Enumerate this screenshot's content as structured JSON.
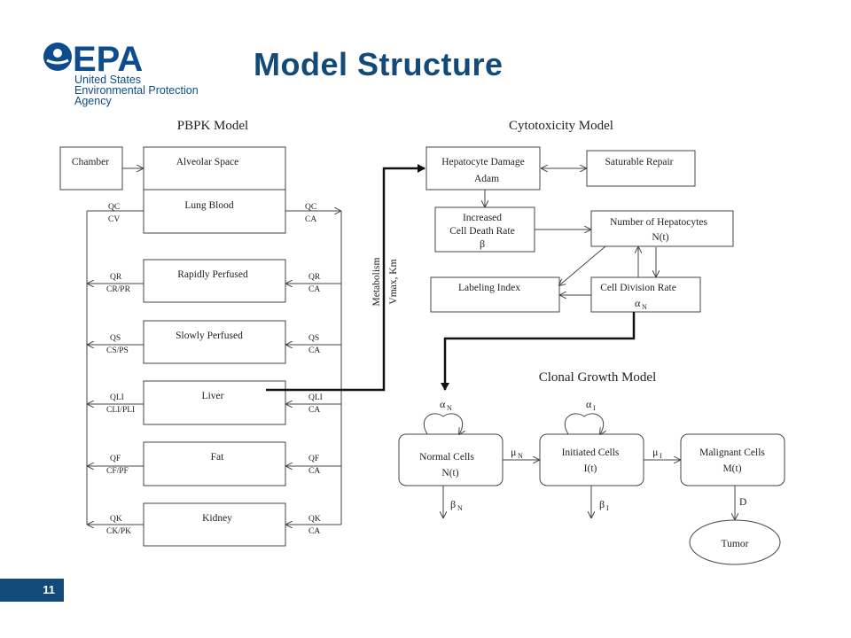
{
  "logo": {
    "wordmark": "EPA",
    "line1": "United States",
    "line2": "Environmental Protection",
    "line3": "Agency"
  },
  "title": "Model Structure",
  "page_number": "11",
  "pbpk": {
    "title": "PBPK Model",
    "chamber": "Chamber",
    "alveolar": "Alveolar Space",
    "compartments": [
      {
        "name": "Lung Blood",
        "left_top": "QC",
        "left_bottom": "CV",
        "right_top": "QC",
        "right_bottom": "CA"
      },
      {
        "name": "Rapidly Perfused",
        "left_top": "QR",
        "left_bottom": "CR/PR",
        "right_top": "QR",
        "right_bottom": "CA"
      },
      {
        "name": "Slowly Perfused",
        "left_top": "QS",
        "left_bottom": "CS/PS",
        "right_top": "QS",
        "right_bottom": "CA"
      },
      {
        "name": "Liver",
        "left_top": "QLI",
        "left_bottom": "CLI/PLI",
        "right_top": "QLI",
        "right_bottom": "CA"
      },
      {
        "name": "Fat",
        "left_top": "QF",
        "left_bottom": "CF/PF",
        "right_top": "QF",
        "right_bottom": "CA"
      },
      {
        "name": "Kidney",
        "left_top": "QK",
        "left_bottom": "CK/PK",
        "right_top": "QK",
        "right_bottom": "CA"
      }
    ],
    "metabolism_line1": "Metabolism",
    "metabolism_line2": "Vmax, Km"
  },
  "cytotoxicity": {
    "title": "Cytotoxicity Model",
    "damage_line1": "Hepatocyte Damage",
    "damage_line2": "Adam",
    "repair": "Saturable Repair",
    "death_line1": "Increased",
    "death_line2": "Cell Death Rate",
    "death_line3": "β",
    "hepatocytes_line1": "Number of Hepatocytes",
    "hepatocytes_line2": "N(t)",
    "labeling": "Labeling Index",
    "division_line1": "Cell Division Rate",
    "division_symbol": "α",
    "division_sub": "N"
  },
  "clonal": {
    "title": "Clonal Growth Model",
    "normal_line1": "Normal Cells",
    "normal_line2": "N(t)",
    "initiated_line1": "Initiated Cells",
    "initiated_line2": "I(t)",
    "malignant_line1": "Malignant Cells",
    "malignant_line2": "M(t)",
    "tumor": "Tumor",
    "alpha": "α",
    "beta": "β",
    "mu": "μ",
    "sub_n": "N",
    "sub_i": "I",
    "d_label": "D"
  }
}
